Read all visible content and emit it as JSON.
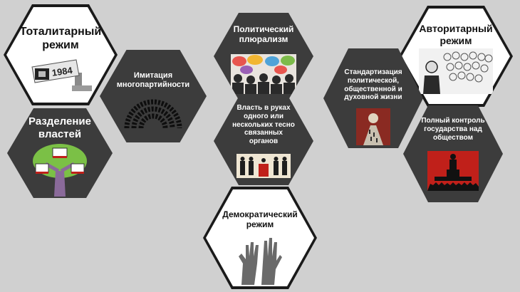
{
  "hexagons": {
    "totalitarian": {
      "label_line1": "Тоталитарный",
      "label_line2": "режим",
      "camera_text": "1984"
    },
    "authoritarian": {
      "label_line1": "Авторитарный",
      "label_line2": "режим"
    },
    "democratic": {
      "label_line1": "Демократический",
      "label_line2": "режим"
    },
    "separation": {
      "label_line1": "Разделение",
      "label_line2": "властей"
    },
    "multiparty": {
      "label_line1": "Имитация",
      "label_line2": "многопартийности"
    },
    "pluralism": {
      "label_line1": "Политический",
      "label_line2": "плюрализм"
    },
    "power_organs": {
      "line1": "Власть в руках",
      "line2": "одного или",
      "line3": "нескольких тесно",
      "line4": "связанных",
      "line5": "органов"
    },
    "standardization": {
      "line1": "Стандартизация",
      "line2": "политической,",
      "line3": "общественной и",
      "line4": "духовной жизни"
    },
    "control": {
      "line1": "Полный контроль",
      "line2": "государства над",
      "line3": "обществом"
    }
  },
  "colors": {
    "background": "#d0d0d0",
    "dark_hex": "#3c3c3c",
    "outline": "#1a1a1a",
    "red": "#c0201a"
  }
}
